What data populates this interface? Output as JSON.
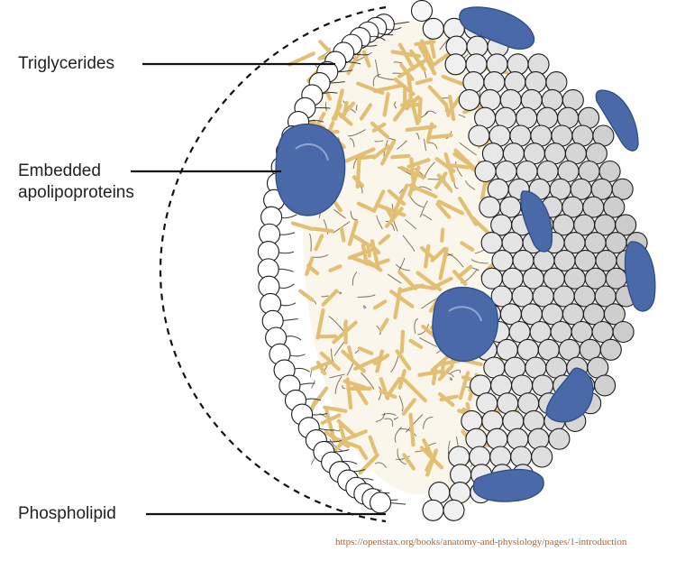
{
  "labels": {
    "triglycerides": "Triglycerides",
    "embedded_line1": "Embedded",
    "embedded_line2": "apolipoproteins",
    "phospholipid": "Phospholipid"
  },
  "source_url": "https://openstax.org/books/anatomy-and-physiology/pages/1-introduction",
  "colors": {
    "protein": "#4a69a8",
    "protein_dark": "#2e4c86",
    "tail": "#e3bf74",
    "tail_dark": "#8a6a2e",
    "head_fill": "#ffffff",
    "head_stroke": "#1a1a1a",
    "source_text": "#b3602c"
  }
}
